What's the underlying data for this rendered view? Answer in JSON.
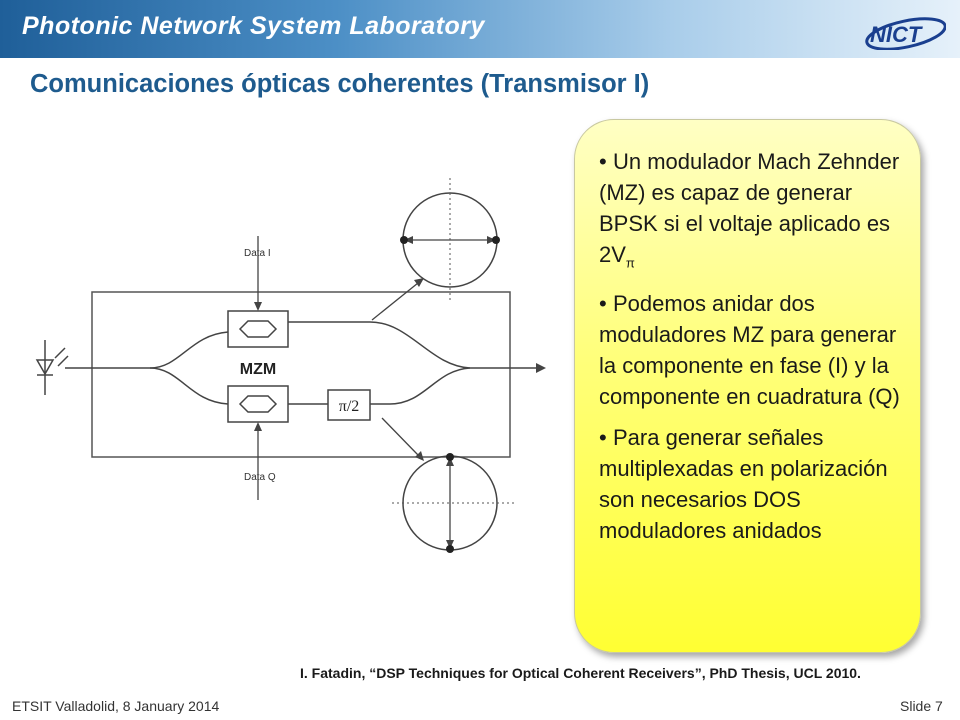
{
  "header": {
    "lab_title": "Photonic Network System Laboratory",
    "logo_text": "NICT"
  },
  "slide": {
    "title": "Comunicaciones ópticas coherentes (Transmisor I)"
  },
  "diagram": {
    "data_i_label": "Data I",
    "data_q_label": "Data Q",
    "mzm_label": "MZM",
    "phase_label": "π/2"
  },
  "bullets": [
    {
      "text": "Un modulador Mach Zehnder (MZ) es capaz de generar BPSK si el voltaje aplicado es 2V",
      "subscript": "π"
    },
    {
      "text": "Podemos anidar dos moduladores MZ para generar la componente en fase (I) y la componente en cuadratura (Q)"
    },
    {
      "text": "Para generar señales multiplexadas en polarización son necesarios DOS moduladores anidados"
    }
  ],
  "citation": "I. Fatadin, “DSP Techniques for Optical Coherent Receivers”, PhD Thesis, UCL 2010.",
  "footer": {
    "left": "ETSIT Valladolid, 8 January 2014",
    "right": "Slide 7"
  },
  "colors": {
    "title_blue": "#1e5b8e",
    "header_blue": "#1f5f99",
    "logo_blue": "#1a3f8f",
    "box_yellow": "#ffff55"
  }
}
